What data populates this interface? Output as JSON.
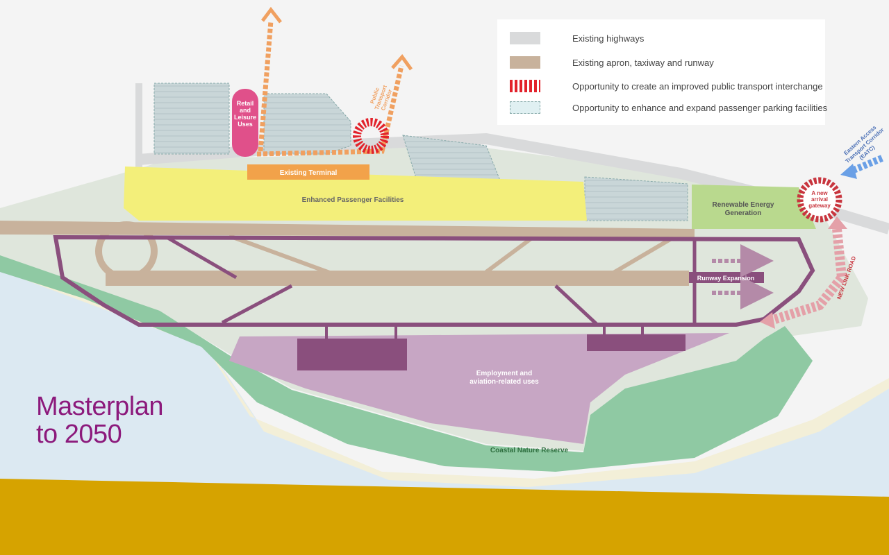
{
  "title": {
    "line1": "Masterplan",
    "line2": "to 2050"
  },
  "legend": [
    {
      "label": "Existing highways",
      "swatch": "highway"
    },
    {
      "label": "Existing apron, taxiway and runway",
      "swatch": "apron"
    },
    {
      "label": "Opportunity to create an improved public transport interchange",
      "swatch": "transport"
    },
    {
      "label": "Opportunity to enhance and expand passenger parking facilities",
      "swatch": "parking"
    }
  ],
  "labels": {
    "retail_line1": "Retail",
    "retail_line2": "and",
    "retail_line3": "Leisure",
    "retail_line4": "Uses",
    "public_transport_line1": "Public",
    "public_transport_line2": "Transport",
    "public_transport_line3": "Corridor",
    "existing_terminal": "Existing Terminal",
    "enhanced_passenger": "Enhanced Passenger Facilities",
    "renewable_line1": "Renewable Energy",
    "renewable_line2": "Generation",
    "gateway_line1": "A new",
    "gateway_line2": "arrival",
    "gateway_line3": "gateway",
    "eatc_line1": "Eastern Access",
    "eatc_line2": "Transport Corridor",
    "eatc_line3": "(EATC)",
    "new_link_road": "NEW LINK ROAD",
    "runway_expansion": "Runway Expansion",
    "employment_line1": "Employment and",
    "employment_line2": "aviation-related uses",
    "coastal_nature_reserve": "Coastal Nature Reserve"
  },
  "colors": {
    "highway": "#d9dadb",
    "apron": "#c8b29c",
    "transport": "#e2222b",
    "parking": "#e0f0f2",
    "taxiway_purple": "#8a4f7d",
    "employment": "#c7a6c4",
    "passenger": "#f3ef7a",
    "terminal": "#f2a24a",
    "retail": "#e0508a",
    "renewable": "#b9d98e",
    "nature": "#8fc9a3",
    "sea": "#dce9f2",
    "band": "#d6a300",
    "title": "#8c1a7c"
  }
}
